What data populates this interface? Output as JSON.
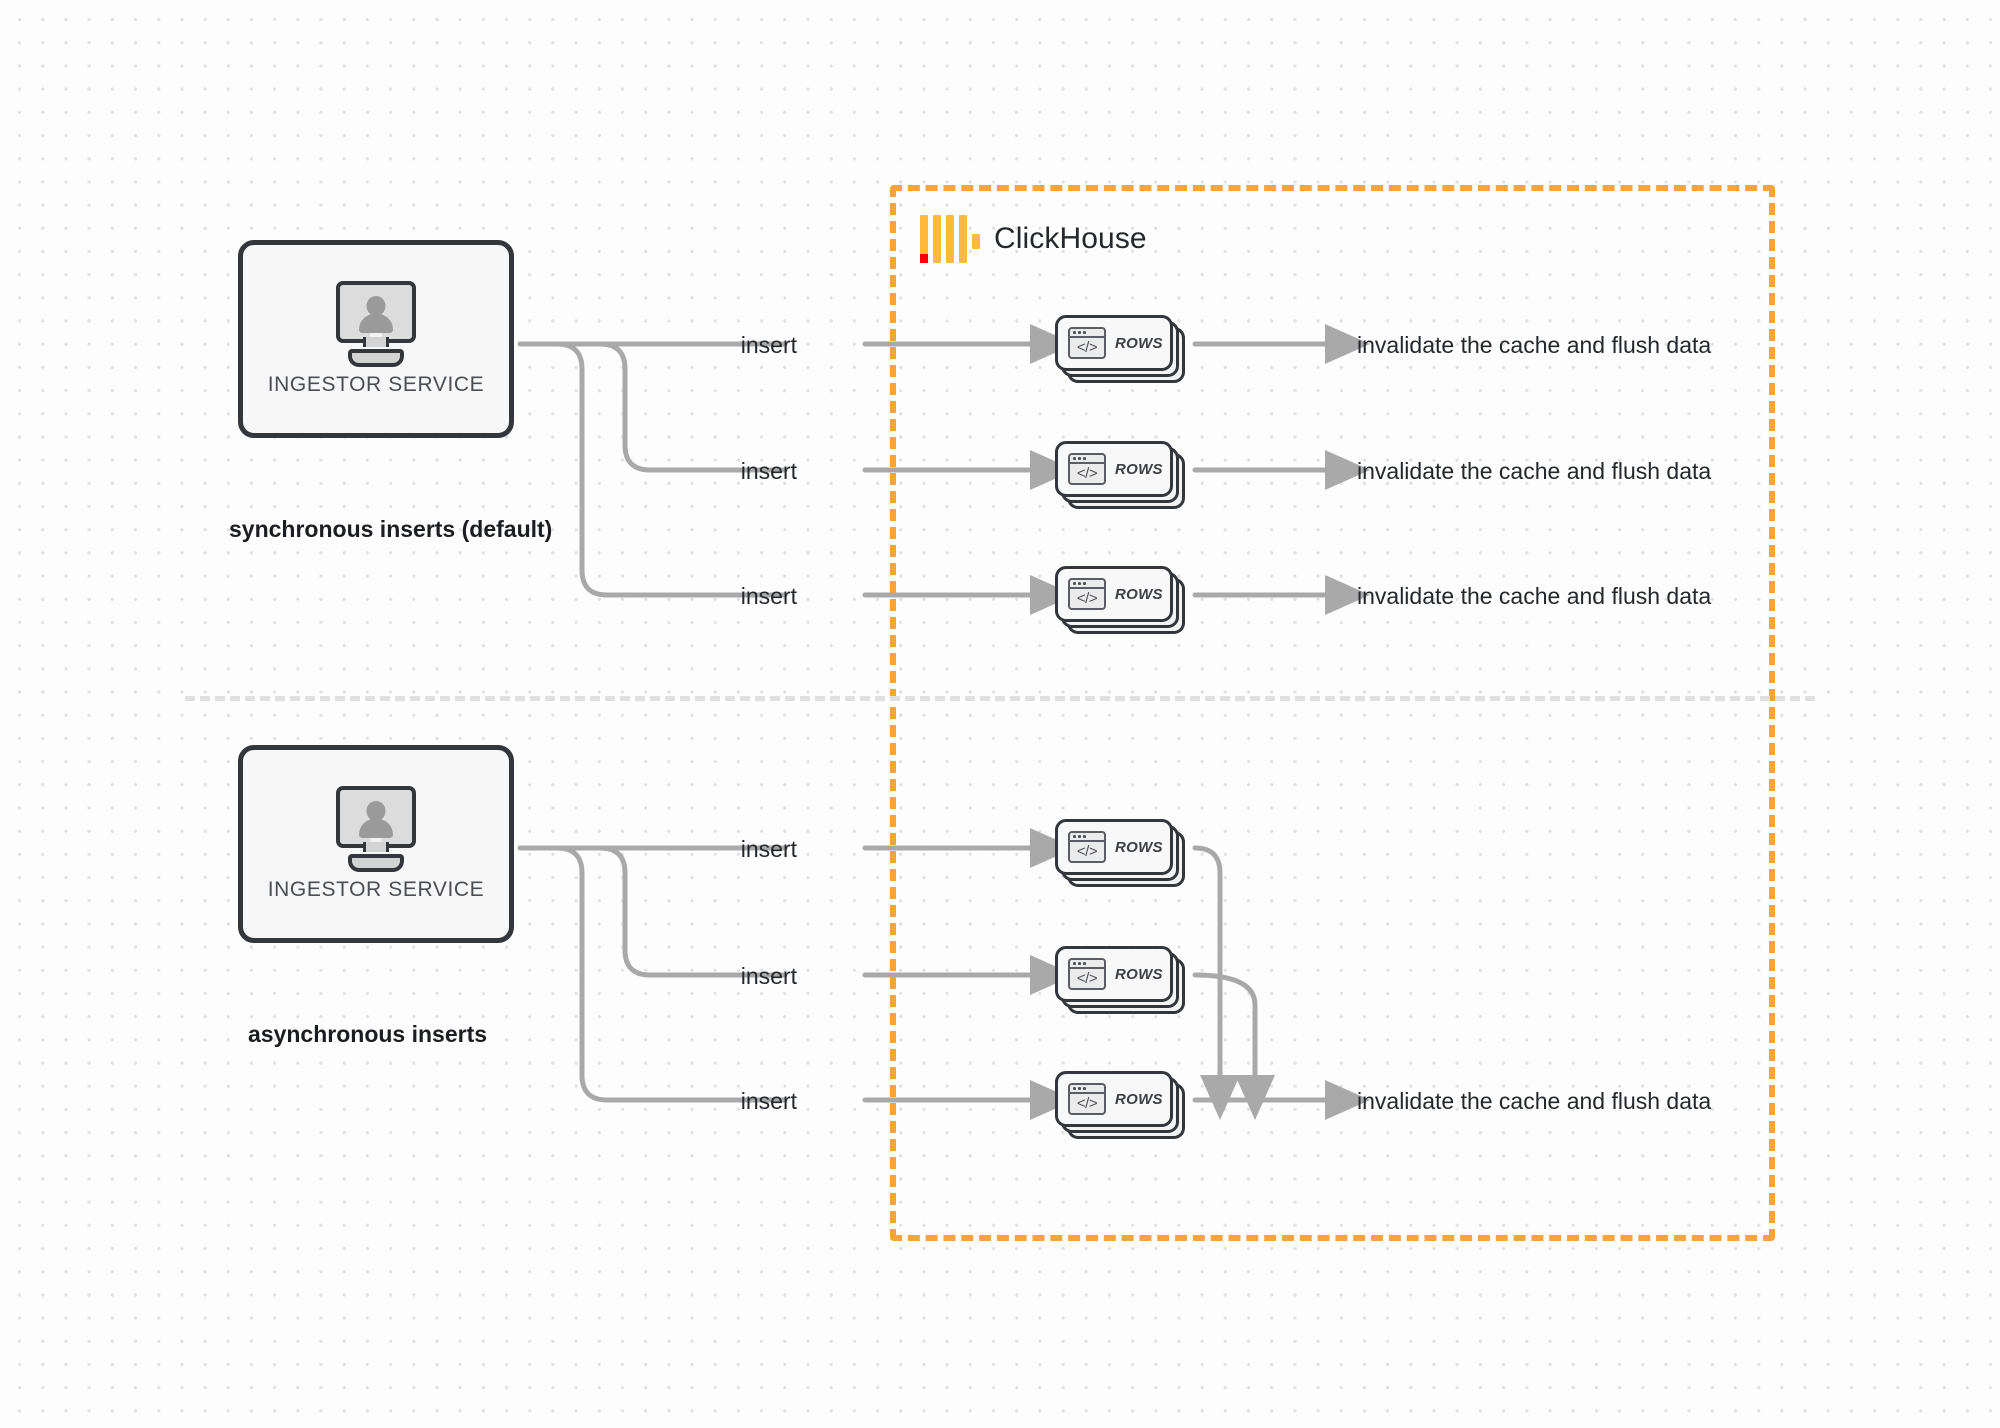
{
  "diagram": {
    "title": "ClickHouse synchronous vs asynchronous inserts",
    "background_color": "#fdfdfd",
    "accent_color": "#f9a43a",
    "wire_color": "#a9a9a9",
    "node_border_color": "#33363b"
  },
  "boundary": {
    "name": "ClickHouse",
    "logo": "clickhouse-logo",
    "border_style": "dashed",
    "border_color": "#f9a43a"
  },
  "sections": [
    {
      "id": "sync",
      "caption": "synchronous inserts (default)",
      "source": {
        "label": "INGESTOR SERVICE",
        "icon": "monitor-user-icon"
      },
      "flows": [
        {
          "insert_label": "insert",
          "node_label": "ROWS",
          "node_icon": "code-window-icon",
          "result_label": "invalidate the cache and flush data"
        },
        {
          "insert_label": "insert",
          "node_label": "ROWS",
          "node_icon": "code-window-icon",
          "result_label": "invalidate the cache and flush data"
        },
        {
          "insert_label": "insert",
          "node_label": "ROWS",
          "node_icon": "code-window-icon",
          "result_label": "invalidate the cache and flush data"
        }
      ]
    },
    {
      "id": "async",
      "caption": "asynchronous inserts",
      "source": {
        "label": "INGESTOR SERVICE",
        "icon": "monitor-user-icon"
      },
      "flows": [
        {
          "insert_label": "insert",
          "node_label": "ROWS",
          "node_icon": "code-window-icon"
        },
        {
          "insert_label": "insert",
          "node_label": "ROWS",
          "node_icon": "code-window-icon"
        },
        {
          "insert_label": "insert",
          "node_label": "ROWS",
          "node_icon": "code-window-icon"
        }
      ],
      "merged_result_label": "invalidate the cache and flush data"
    }
  ]
}
